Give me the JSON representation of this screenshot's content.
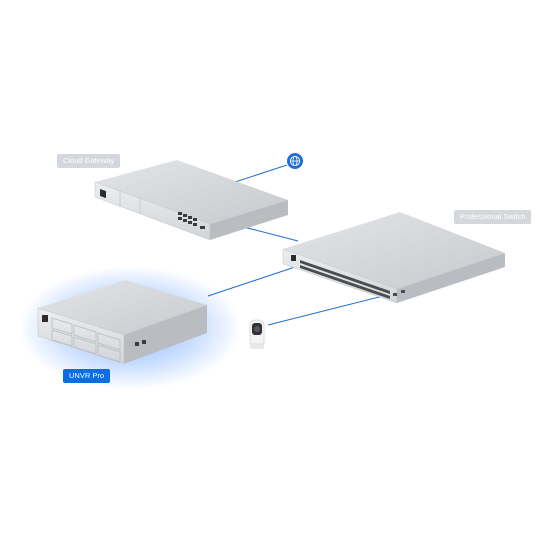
{
  "labels": {
    "cloud_gateway": "Cloud Gateway",
    "professional_switch": "Professional Switch",
    "unvr_pro": "UNVR Pro"
  },
  "icons": {
    "internet": "globe-icon"
  },
  "colors": {
    "link_line": "#1f6fd6",
    "highlight_glow": "#2b7bff",
    "selected_label": "#0a6de2",
    "device_body": "#c9ccd0",
    "device_front": "#d7dade"
  }
}
